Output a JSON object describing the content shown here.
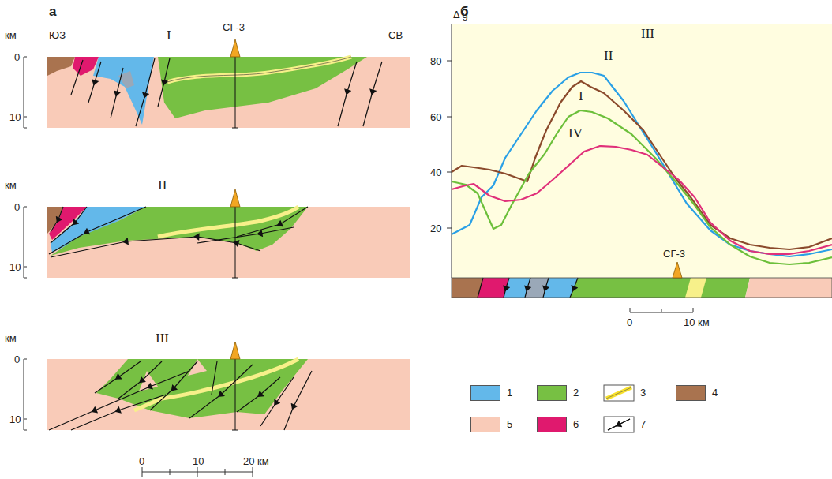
{
  "diagram": {
    "labels": [
      "а",
      "км",
      "0",
      "10",
      "ЮЗ",
      "I",
      "СГ-3",
      "СВ",
      "км",
      "0",
      "10",
      "II",
      "км",
      "0",
      "10",
      "III",
      "0",
      "10",
      "20 км",
      "б",
      "Δ g",
      "80",
      "60",
      "40",
      "20",
      "III",
      "II",
      "I",
      "IV",
      "СГ-3",
      "0",
      "10 км"
    ],
    "legend": [
      {
        "text": "1",
        "color": "#63b8ea"
      },
      {
        "text": "2",
        "color": "#77c043"
      },
      {
        "text": "3"
      },
      {
        "text": "4",
        "color": "#a9734f"
      },
      {
        "text": "5",
        "color": "#f9cbb8"
      },
      {
        "text": "6",
        "color": "#e0196e"
      },
      {
        "text": "7"
      }
    ]
  }
}
